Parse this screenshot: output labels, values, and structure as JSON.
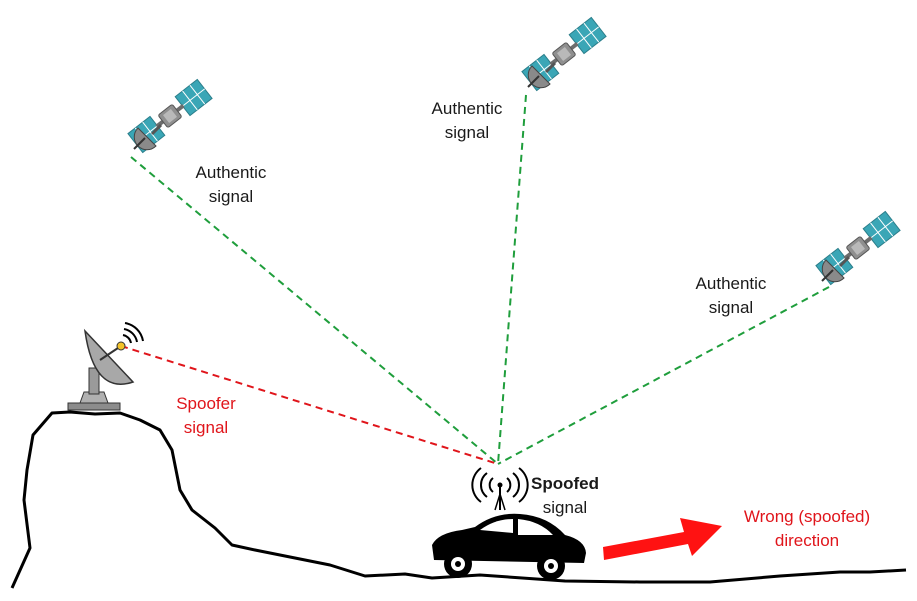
{
  "colors": {
    "authentic_line": "#1f9e3c",
    "spoofer_line": "#e0151b",
    "arrow": "#ff1212",
    "ground": "#000000",
    "panel": "#3aa6b6",
    "body": "#8f8f8f"
  },
  "labels": {
    "authentic_1": [
      "Authentic",
      "signal"
    ],
    "authentic_2": [
      "Authentic",
      "signal"
    ],
    "authentic_3": [
      "Authentic",
      "signal"
    ],
    "spoofer": [
      "Spoofer",
      "signal"
    ],
    "spoofed": [
      "Spoofed",
      "signal"
    ],
    "wrong_direction": [
      "Wrong (spoofed)",
      "direction"
    ]
  },
  "icons": {
    "satellite": "satellite-icon",
    "dish": "satellite-dish-icon",
    "car": "car-icon",
    "antenna": "antenna-icon",
    "arrow": "arrow-right-icon"
  }
}
